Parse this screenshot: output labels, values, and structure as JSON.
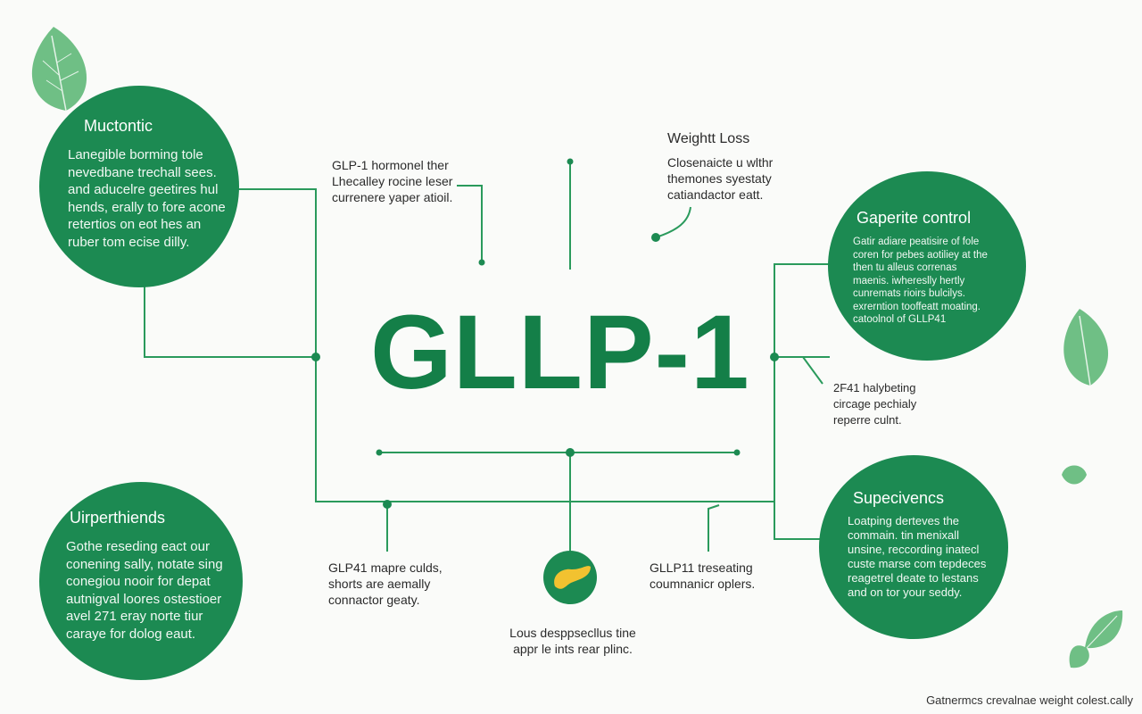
{
  "center_title": "GLLP-1",
  "circles": {
    "top_left": {
      "title": "Muctontic",
      "body": "Lanegible borming tole\nnevedbane trechall sees.\nand aducelre geetires hul\nhends, erally to fore acone\nretertios on eot hes an\nruber tom ecise dilly."
    },
    "top_right": {
      "title": "Gaperite control",
      "body": "Gatir adiare peatisire of fole\ncoren for pebes aotiliey at the\nthen tu alleus correnas\nmaenis. iwhereslly hertly\ncunremats rioirs bulcilys.\nexrerntion tooffeatt moating.\ncatoolnol of GLLP41"
    },
    "bottom_left": {
      "title": "Uirperthiends",
      "body": "Gothe reseding eact our\nconening sally, notate sing\nconegiou nooir for depat\nautnigval loores ostestioer\navel 271 eray norte tiur\ncaraye for dolog eaut."
    },
    "bottom_right": {
      "title": "Supecivencs",
      "body": "Loatping derteves the\ncommain. tin menixall\nunsine, reccording inatecl\ncuste marse com tepdeces\nreagetrel deate to lestans\nand on tor your seddy."
    }
  },
  "notes": {
    "hormone": "GLP-1 hormonel ther\nLhecalley rocine leser\ncurrenere yaper atioil.",
    "weight_title": "Weightt Loss",
    "weight_body": "Closenaicte u wlthr\nthemones syestaty\ncatiandactor eatt.",
    "side": "2F41 halybeting\ncircage pechialy\nreperre culnt.",
    "bottom_left": "GLP41 mapre culds,\nshorts are aemally\nconnactor geaty.",
    "bottom_right": "GLLP11 treseating\ncoumnanicr oplers.",
    "bottom_center": "Lous desppsecllus tine\nappr le ints rear plinc."
  },
  "footer": "Gatnermcs crevalnae weight colest.cally",
  "colors": {
    "circle": "#1c8a52",
    "title": "#147f48",
    "line": "#2a9a5c",
    "leaf": "#6fbf85",
    "pancreas": "#f2c230"
  }
}
